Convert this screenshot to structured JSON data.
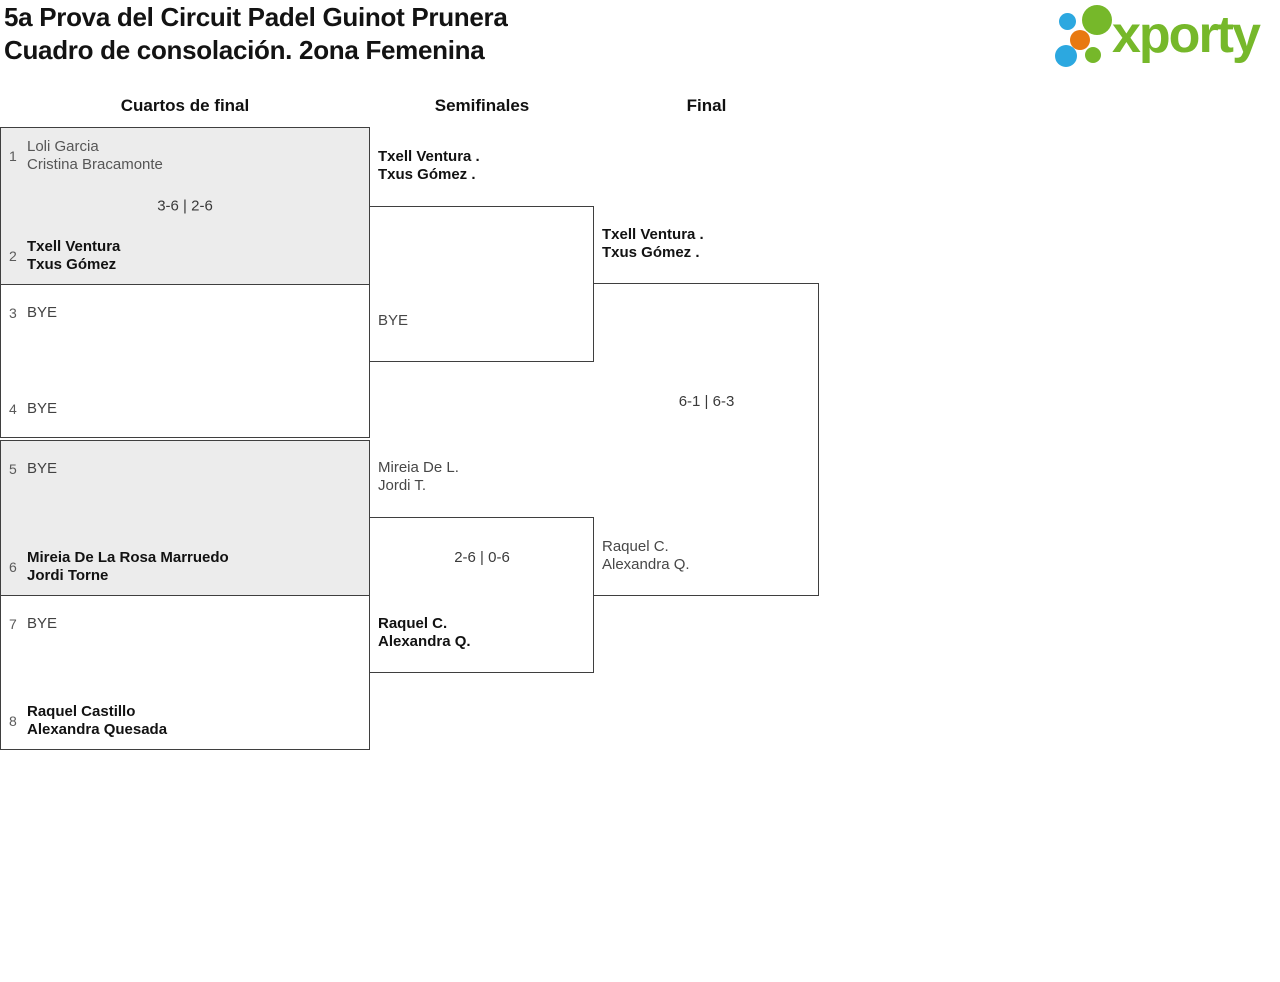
{
  "header": {
    "title_line1": "5a Prova del Circuit Padel Guinot Prunera",
    "title_line2": "Cuadro de consolación. 2ona Femenina"
  },
  "logo": {
    "wordmark": "xporty",
    "green": "#76b82a",
    "blue": "#2ca8e0",
    "orange": "#e8790f"
  },
  "columns": {
    "quarterfinals": "Cuartos de final",
    "semifinals": "Semifinales",
    "final": "Final"
  },
  "quarterfinals": [
    {
      "seed_top": "1",
      "top_player1": "Loli Garcia",
      "top_player2": "Cristina Bracamonte",
      "score": "3-6 | 2-6",
      "seed_bottom": "2",
      "bottom_player1": "Txell Ventura",
      "bottom_player2": "Txus Gómez",
      "winner": "bottom"
    },
    {
      "seed_top": "3",
      "top_player1": "BYE",
      "score": "",
      "seed_bottom": "4",
      "bottom_player1": "BYE",
      "winner": ""
    },
    {
      "seed_top": "5",
      "top_player1": "BYE",
      "score": "",
      "seed_bottom": "6",
      "bottom_player1": "Mireia De La Rosa Marruedo",
      "bottom_player2": "Jordi Torne",
      "winner": "bottom"
    },
    {
      "seed_top": "7",
      "top_player1": "BYE",
      "score": "",
      "seed_bottom": "8",
      "bottom_player1": "Raquel Castillo",
      "bottom_player2": "Alexandra Quesada",
      "winner": "bottom"
    }
  ],
  "semifinals": [
    {
      "top_player1": "Txell Ventura .",
      "top_player2": "Txus Gómez .",
      "score": "",
      "bottom_player1": "BYE",
      "winner": "top"
    },
    {
      "top_player1": "Mireia De L.",
      "top_player2": "Jordi T.",
      "score": "2-6 | 0-6",
      "bottom_player1": "Raquel C.",
      "bottom_player2": "Alexandra Q.",
      "winner": "bottom"
    }
  ],
  "final": {
    "top_player1": "Txell Ventura .",
    "top_player2": "Txus Gómez .",
    "score": "6-1 | 6-3",
    "bottom_player1": "Raquel C.",
    "bottom_player2": "Alexandra Q.",
    "winner": "top"
  }
}
